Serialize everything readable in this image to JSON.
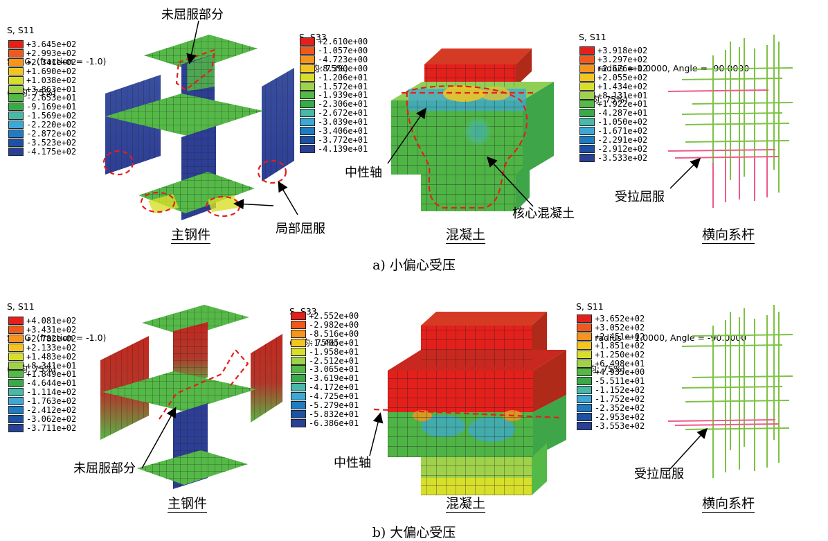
{
  "panel_a": {
    "caption": "a)  小偏心受压",
    "steel": {
      "label": "主钢件",
      "legend_header": [
        "S, S11",
        "SNEG, (fraction = -1.0)",
        "(平均: 75%)"
      ],
      "legend": [
        "+3.645e+02",
        "+2.993e+02",
        "+2.341e+02",
        "+1.690e+02",
        "+1.038e+02",
        "+3.863e+01",
        "-2.653e+01",
        "-9.169e+01",
        "-1.569e+02",
        "-2.220e+02",
        "-2.872e+02",
        "-3.523e+02",
        "-4.175e+02"
      ],
      "annotations": {
        "unyielded": "未屈服部分",
        "local_yield": "局部屈服"
      }
    },
    "concrete": {
      "label": "混凝土",
      "legend_header": [
        "S, S33",
        "(平均: 75%)"
      ],
      "legend": [
        "+2.610e+00",
        "-1.057e+00",
        "-4.723e+00",
        "-8.390e+00",
        "-1.206e+01",
        "-1.572e+01",
        "-1.939e+01",
        "-2.306e+01",
        "-2.672e+01",
        "-3.039e+01",
        "-3.406e+01",
        "-3.772e+01",
        "-4.139e+01"
      ],
      "annotations": {
        "neutral_axis": "中性轴",
        "core": "核心混凝土"
      }
    },
    "ties": {
      "label": "横向系杆",
      "legend_header": [
        "S, S11",
        "Rel. radius = 1.0000, Angle = -90.0000",
        "(平均: 75%)"
      ],
      "legend": [
        "+3.918e+02",
        "+3.297e+02",
        "+2.676e+02",
        "+2.055e+02",
        "+1.434e+02",
        "+8.131e+01",
        "+1.922e+01",
        "-4.287e+01",
        "-1.050e+02",
        "-1.671e+02",
        "-2.291e+02",
        "-2.912e+02",
        "-3.533e+02"
      ],
      "annotations": {
        "tension_yield": "受拉屈服"
      }
    }
  },
  "panel_b": {
    "caption": "b)  大偏心受压",
    "steel": {
      "label": "主钢件",
      "legend_header": [
        "S, S11",
        "SNEG, (fraction = -1.0)",
        "(平均: 75%)"
      ],
      "legend": [
        "+4.081e+02",
        "+3.431e+02",
        "+2.782e+02",
        "+2.133e+02",
        "+1.483e+02",
        "+8.341e+01",
        "+1.849e+01",
        "-4.644e+01",
        "-1.114e+02",
        "-1.763e+02",
        "-2.412e+02",
        "-3.062e+02",
        "-3.711e+02"
      ],
      "annotations": {
        "unyielded": "未屈服部分"
      }
    },
    "concrete": {
      "label": "混凝土",
      "legend_header": [
        "S, S33",
        "(平均: 75%)"
      ],
      "legend": [
        "+2.552e+00",
        "-2.982e+00",
        "-8.516e+00",
        "-1.405e+01",
        "-1.958e+01",
        "-2.512e+01",
        "-3.065e+01",
        "-3.619e+01",
        "-4.172e+01",
        "-4.725e+01",
        "-5.279e+01",
        "-5.832e+01",
        "-6.386e+01"
      ],
      "annotations": {
        "neutral_axis": "中性轴"
      }
    },
    "ties": {
      "label": "横向系杆",
      "legend_header": [
        "S, S11",
        "Rel. radius = 1.0000, Angle = -90.0000",
        "(平均: 75%)"
      ],
      "legend": [
        "+3.652e+02",
        "+3.052e+02",
        "+2.451e+02",
        "+1.851e+02",
        "+1.250e+02",
        "+6.498e+01",
        "+4.935e+00",
        "-5.511e+01",
        "-1.152e+02",
        "-1.752e+02",
        "-2.352e+02",
        "-2.953e+02",
        "-3.553e+02"
      ],
      "annotations": {
        "tension_yield": "受拉屈服"
      }
    }
  },
  "legend_colors": [
    "#e3201b",
    "#ef5a1c",
    "#f7941d",
    "#f5c51f",
    "#d8df2b",
    "#9fd24a",
    "#55b947",
    "#3aa949",
    "#49b8a8",
    "#3fa7d6",
    "#1f7cc2",
    "#1c51a4",
    "#2a3f96"
  ]
}
